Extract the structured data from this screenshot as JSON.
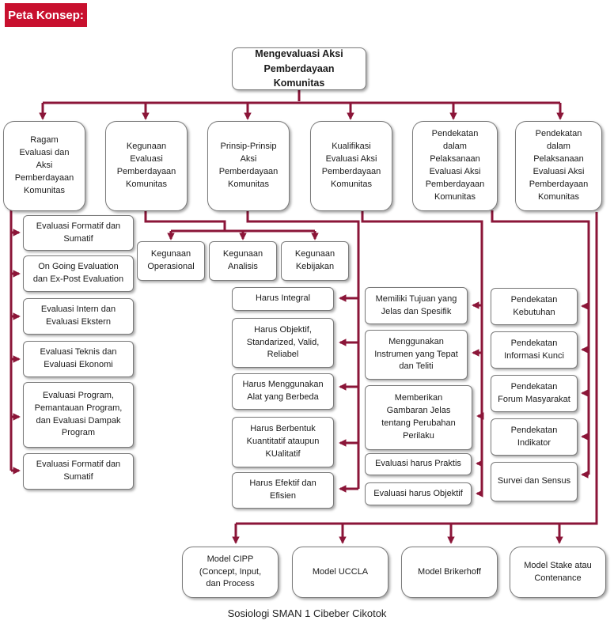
{
  "header": {
    "label": "Peta Konsep:"
  },
  "root": "Mengevaluasi Aksi\nPemberdayaan Komunitas",
  "level1": [
    "Ragam\nEvaluasi dan\nAksi\nPemberdayaan\nKomunitas",
    "Kegunaan\nEvaluasi\nPemberdayaan\nKomunitas",
    "Prinsip-Prinsip\nAksi\nPemberdayaan\nKomunitas",
    "Kualifikasi\nEvaluasi Aksi\nPemberdayaan\nKomunitas",
    "Pendekatan\ndalam\nPelaksanaan\nEvaluasi Aksi\nPemberdayaan\nKomunitas",
    "Pendekatan\ndalam\nPelaksanaan\nEvaluasi Aksi\nPemberdayaan\nKomunitas"
  ],
  "ragam_items": [
    "Evaluasi Formatif dan\nSumatif",
    "On Going Evaluation\ndan Ex-Post Evaluation",
    "Evaluasi Intern dan\nEvaluasi Ekstern",
    "Evaluasi Teknis dan\nEvaluasi Ekonomi",
    "Evaluasi Program,\nPemantauan Program,\ndan Evaluasi Dampak\nProgram",
    "Evaluasi Formatif dan\nSumatif"
  ],
  "kegunaan_items": [
    "Kegunaan\nOperasional",
    "Kegunaan\nAnalisis",
    "Kegunaan\nKebijakan"
  ],
  "prinsip_items": [
    "Harus Integral",
    "Harus Objektif,\nStandarized, Valid,\nReliabel",
    "Harus Menggunakan\nAlat yang Berbeda",
    "Harus Berbentuk\nKuantitatif ataupun\nKUalitatif",
    "Harus Efektif dan\nEfisien"
  ],
  "kualifikasi_items": [
    "Memiliki Tujuan yang\nJelas dan Spesifik",
    "Menggunakan\nInstrumen yang Tepat\ndan Teliti",
    "Memberikan\nGambaran Jelas\ntentang Perubahan\nPerilaku",
    "Evaluasi harus Praktis",
    "Evaluasi harus Objektif"
  ],
  "pendekatan_items": [
    "Pendekatan\nKebutuhan",
    "Pendekatan\nInformasi Kunci",
    "Pendekatan\nForum Masyarakat",
    "Pendekatan\nIndikator",
    "Survei dan Sensus"
  ],
  "model_items": [
    "Model CIPP\n(Concept, Input,\ndan Process",
    "Model UCCLA",
    "Model Brikerhoff",
    "Model Stake atau\nContenance"
  ],
  "footer": "Sosiologi SMAN 1 Cibeber Cikotok",
  "colors": {
    "accent": "#c8102e",
    "connector": "#8b1538"
  }
}
